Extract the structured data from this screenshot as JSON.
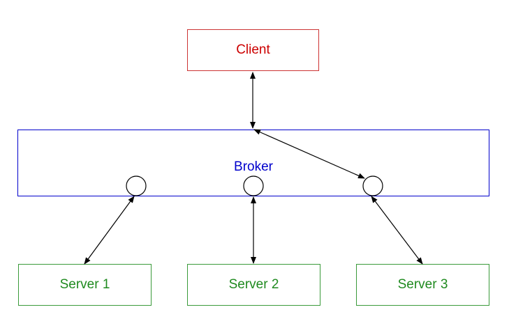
{
  "diagram": {
    "client": {
      "label": "Client",
      "color": "#cc0000"
    },
    "broker": {
      "label": "Broker",
      "color": "#0000cc"
    },
    "servers": [
      {
        "label": "Server 1",
        "color": "#1f8a1f"
      },
      {
        "label": "Server 2",
        "color": "#1f8a1f"
      },
      {
        "label": "Server 3",
        "color": "#1f8a1f"
      }
    ],
    "edges": [
      {
        "from": "client",
        "to": "broker",
        "directed": "both"
      },
      {
        "from": "broker",
        "to": "broker-port-3",
        "directed": "both"
      },
      {
        "from": "broker-port-1",
        "to": "server-1",
        "directed": "both"
      },
      {
        "from": "broker-port-2",
        "to": "server-2",
        "directed": "both"
      },
      {
        "from": "broker-port-3",
        "to": "server-3",
        "directed": "both"
      }
    ]
  }
}
